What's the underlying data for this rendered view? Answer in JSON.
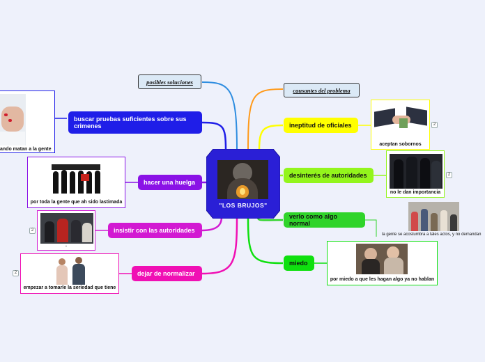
{
  "central": {
    "title": "\"LOS BRUJOS\""
  },
  "left": {
    "header": "posibles soluciones",
    "topics": [
      {
        "label": "buscar pruebas suficientes sobre sus crimenes",
        "caption": "ando matan a la gente"
      },
      {
        "label": "hacer una huelga",
        "caption": "por toda la gente que ah sido lastimada"
      },
      {
        "label": "insistir con las autoridades",
        "caption": ".",
        "badge": "2"
      },
      {
        "label": "dejar de normalizar",
        "caption": "empezar a tomarle la seriedad que tiene",
        "badge": "2"
      }
    ]
  },
  "right": {
    "header": "causantes del problema",
    "topics": [
      {
        "label": "ineptitud de oficiales",
        "caption": "aceptan sobornos",
        "badge": "2"
      },
      {
        "label": "desinterés de autoridades",
        "caption": "no le dan importancia",
        "badge": "2"
      },
      {
        "label": "verlo como algo normal",
        "caption": "la gente se acostumbra a tales actos, y no demandan"
      },
      {
        "label": "miedo",
        "caption": "por miedo a que les hagan algo ya no hablan"
      }
    ]
  },
  "colors": {
    "central": "#2a1fd6",
    "buscar": "#1f1ee8",
    "huelga": "#8a12e6",
    "insistir": "#d21ad2",
    "normalizar": "#f010b4",
    "ineptitud": "#ffff00",
    "desinteres": "#93f51c",
    "normal": "#2fd42a",
    "miedo": "#0fe00f",
    "causantes_line": "#ff9a1a",
    "soluciones_line": "#2e8de0"
  }
}
